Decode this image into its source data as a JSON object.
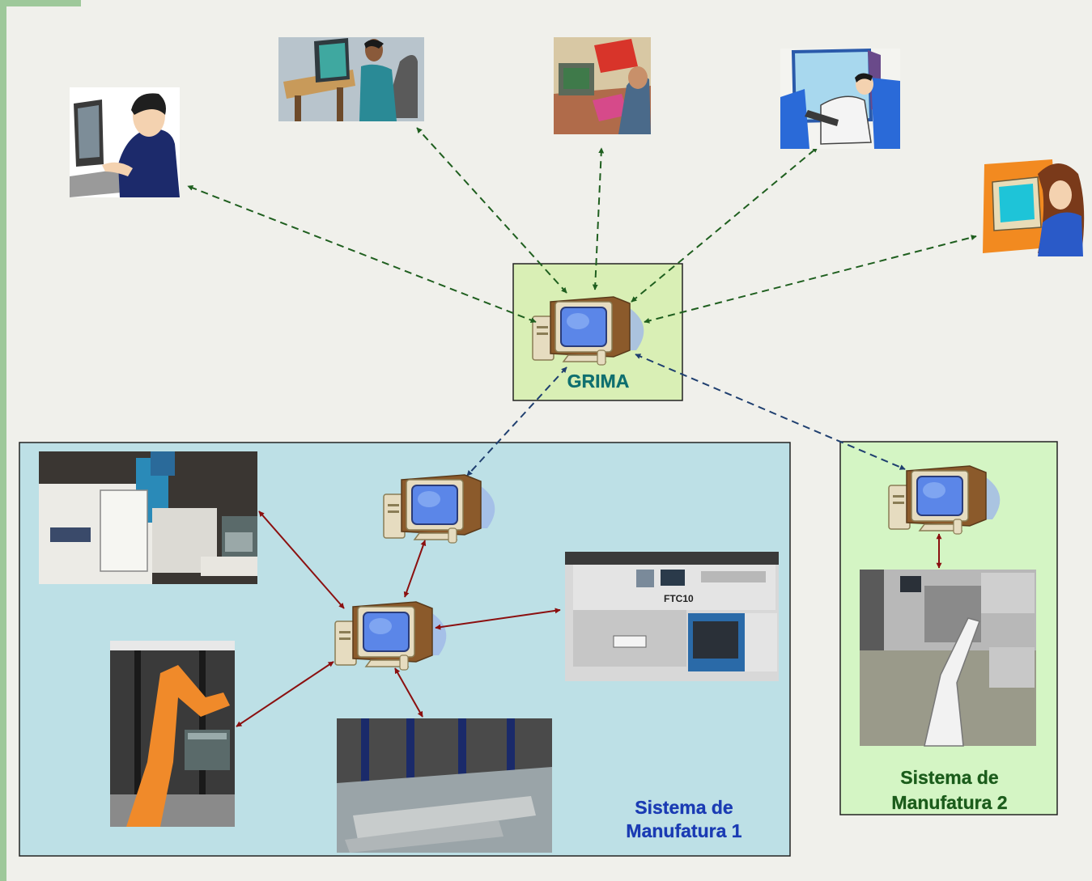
{
  "hub": {
    "label": "GRIMA"
  },
  "systems": [
    {
      "label_line1": "Sistema de",
      "label_line2": "Manufatura 1"
    },
    {
      "label_line1": "Sistema de",
      "label_line2": "Manufatura 2"
    }
  ],
  "colors": {
    "remote_link": "#1f5f1f",
    "hub_to_system_link": "#1f3f6f",
    "machine_link": "#8b1010",
    "hub_box_fill": "#d9efb5",
    "system1_fill": "#bde0e6",
    "system2_fill": "#d4f5c4"
  },
  "nodes": {
    "remote_users": [
      {
        "icon": "engineer-at-workstation-icon"
      },
      {
        "icon": "designer-at-drafting-table-icon"
      },
      {
        "icon": "office-worker-at-desk-icon"
      },
      {
        "icon": "traveler-with-laptop-icon"
      },
      {
        "icon": "operator-with-headset-icon"
      }
    ],
    "system1_machines": [
      {
        "icon": "cnc-milling-center-photo"
      },
      {
        "icon": "cnc-lathe-photo"
      },
      {
        "icon": "industrial-robot-photo"
      },
      {
        "icon": "conveyor-storage-photo"
      }
    ],
    "system2_machines": [
      {
        "icon": "lathe-with-robot-photo"
      }
    ]
  }
}
